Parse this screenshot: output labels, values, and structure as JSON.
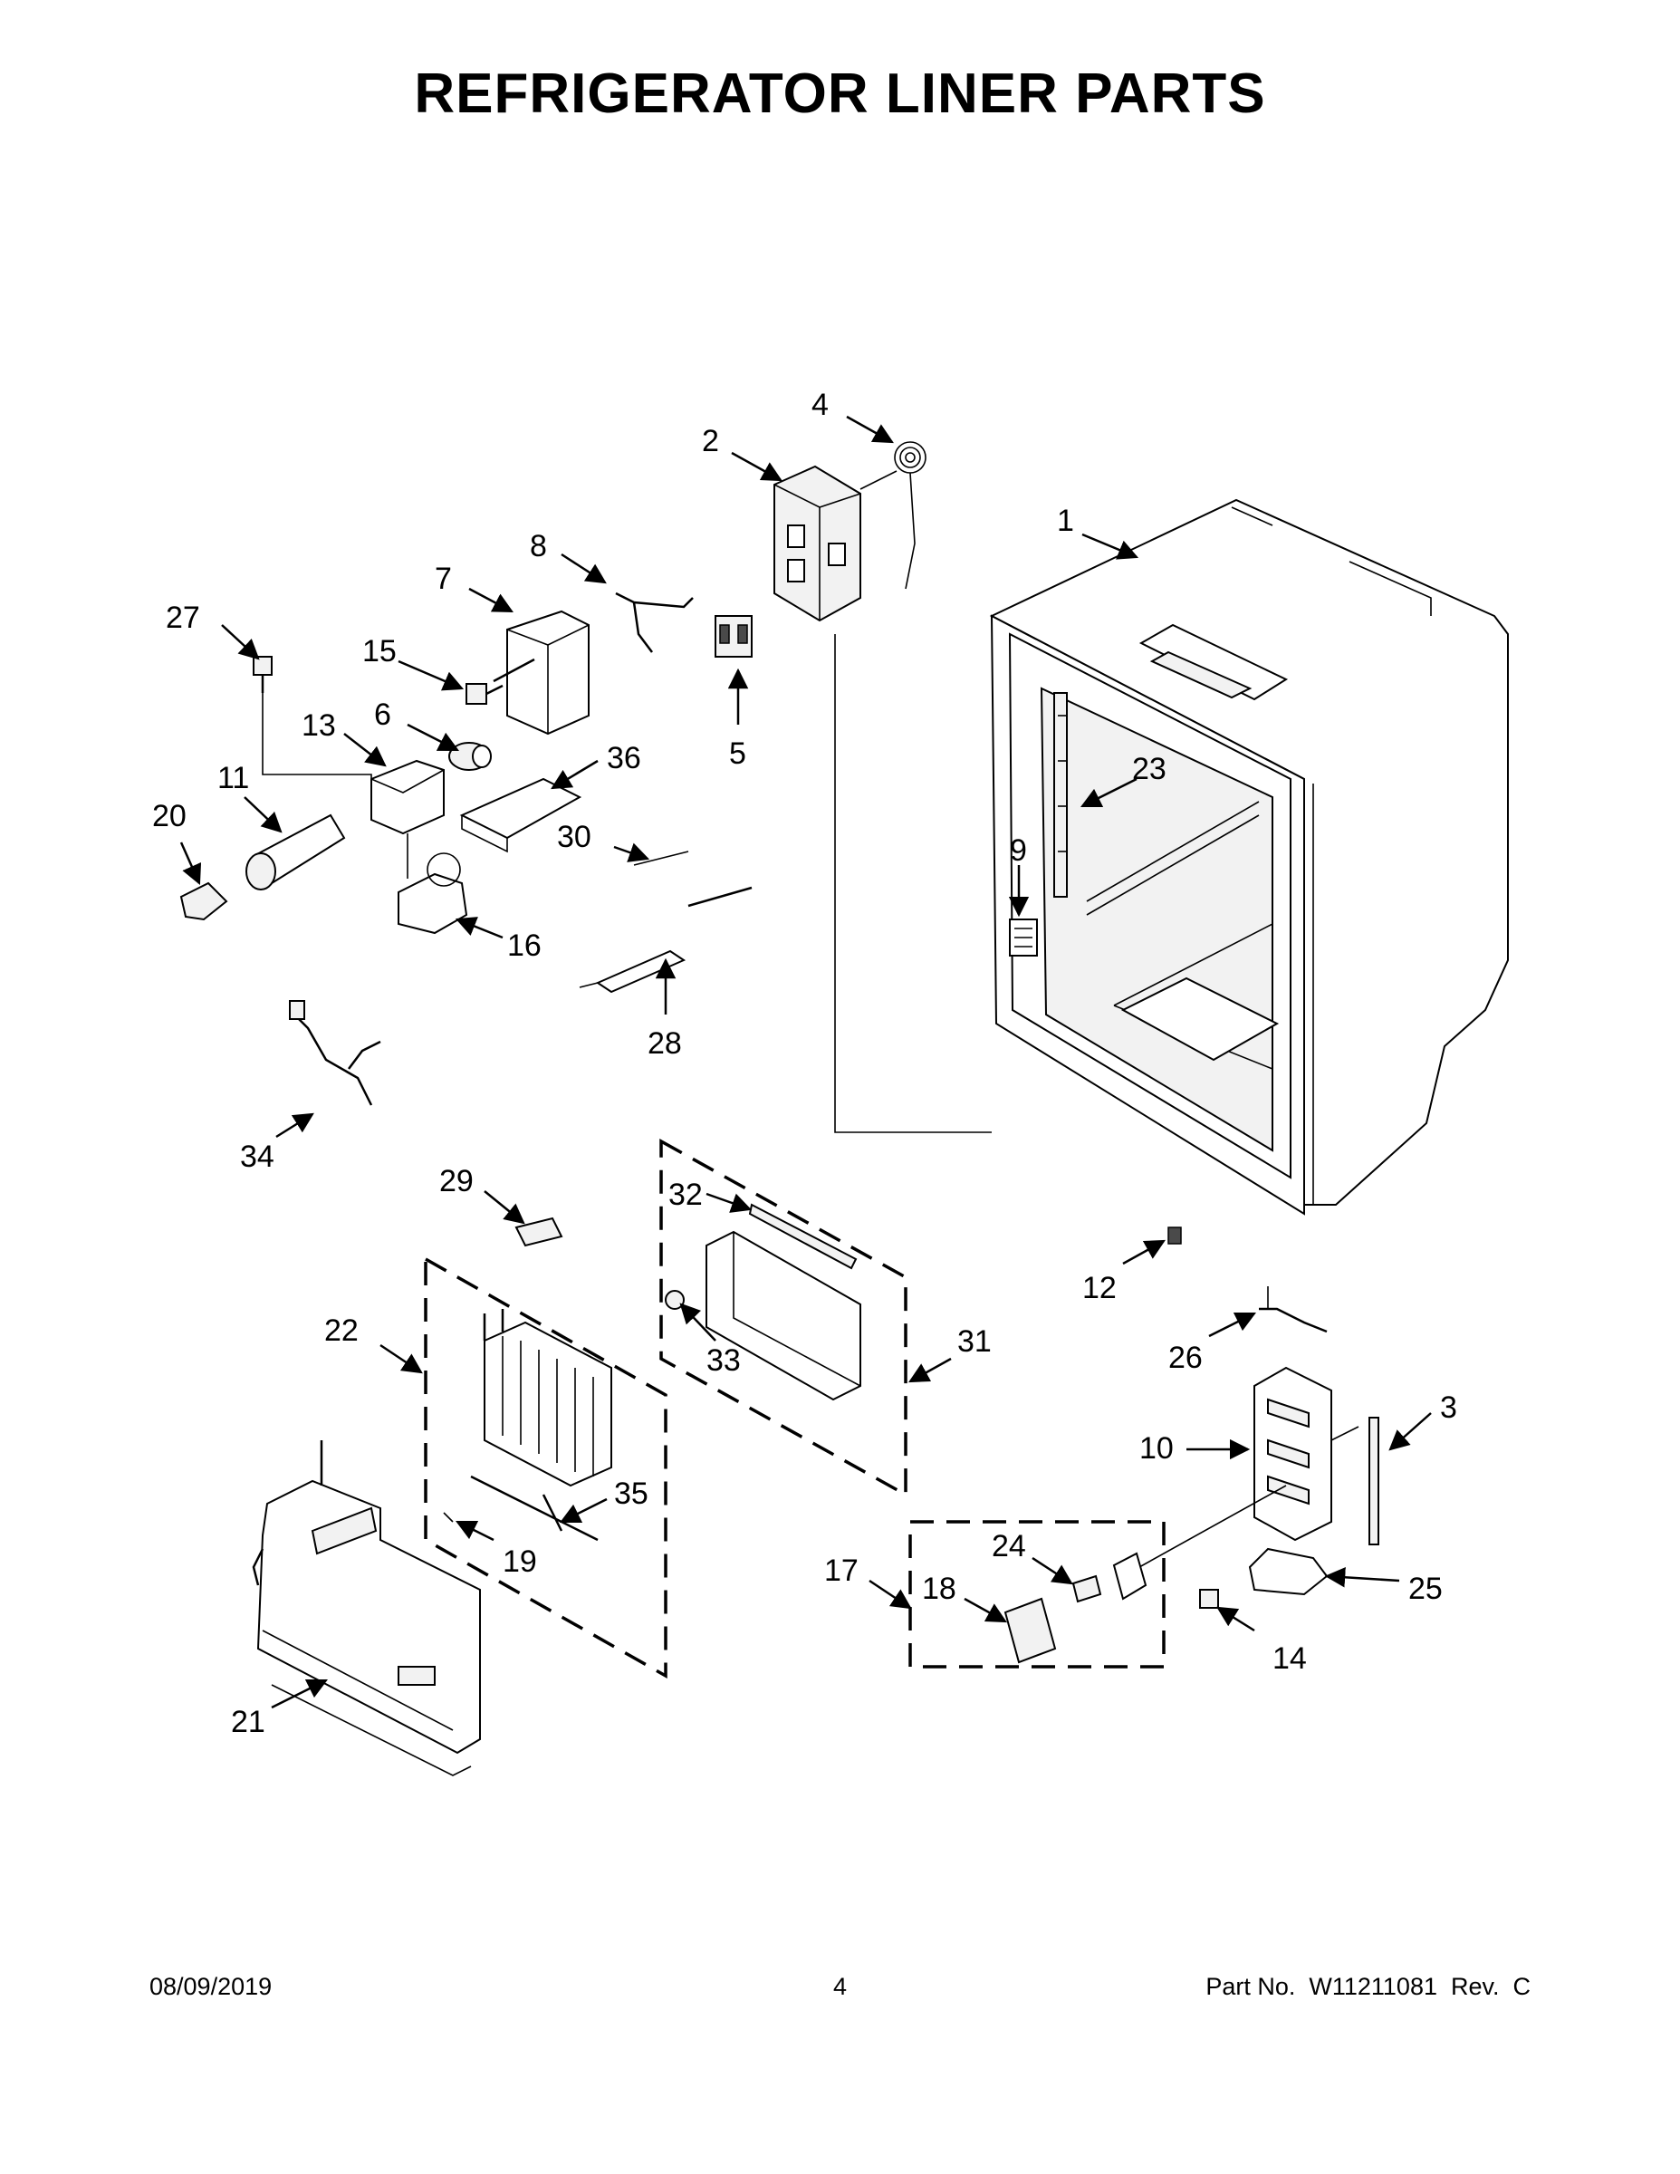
{
  "title": "REFRIGERATOR LINER PARTS",
  "footer": {
    "date": "08/09/2019",
    "page": "4",
    "part_number": "Part No.  W11211081  Rev.  C"
  },
  "callouts": [
    "1",
    "2",
    "3",
    "4",
    "5",
    "6",
    "7",
    "8",
    "9",
    "10",
    "11",
    "12",
    "13",
    "14",
    "15",
    "16",
    "17",
    "18",
    "19",
    "20",
    "21",
    "22",
    "23",
    "24",
    "25",
    "26",
    "27",
    "28",
    "29",
    "30",
    "31",
    "32",
    "33",
    "34",
    "35",
    "36"
  ]
}
